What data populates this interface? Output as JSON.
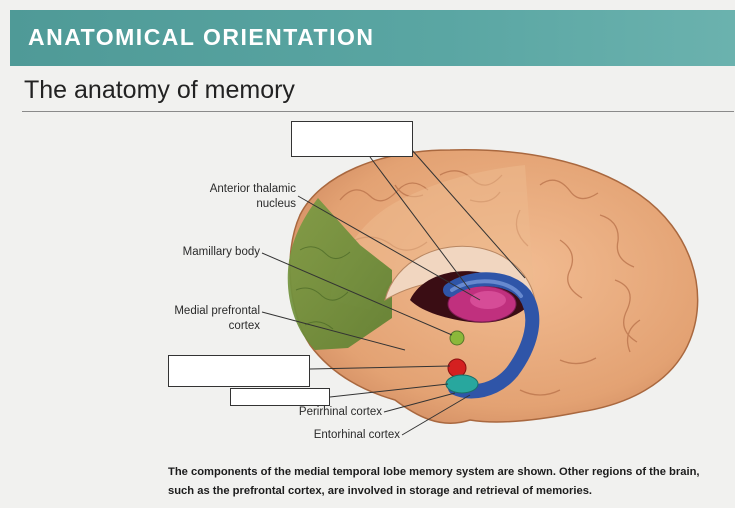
{
  "header": {
    "section_banner": "ANATOMICAL ORIENTATION",
    "page_title": "The anatomy of memory"
  },
  "figure": {
    "labels": {
      "anterior_thalamic_nucleus_line1": "Anterior thalamic",
      "anterior_thalamic_nucleus_line2": "nucleus",
      "mamillary_body": "Mamillary body",
      "medial_prefrontal_cortex_line1": "Medial prefrontal",
      "medial_prefrontal_cortex_line2": "cortex",
      "perirhinal_cortex": "Perirhinal cortex",
      "entorhinal_cortex": "Entorhinal cortex"
    },
    "colors": {
      "brain": "#e6a77a",
      "prefrontal_highlight": "#6d8f3a",
      "thalamus": "#c0307e",
      "fornix": "#3d64b8",
      "amygdala": "#d42020",
      "entorhinal": "#28a79e",
      "mamillary": "#8bb83a"
    }
  },
  "caption": "The components of the medial temporal lobe memory system are shown. Other regions of the brain, such as the prefrontal cortex, are involved in storage and retrieval of memories."
}
